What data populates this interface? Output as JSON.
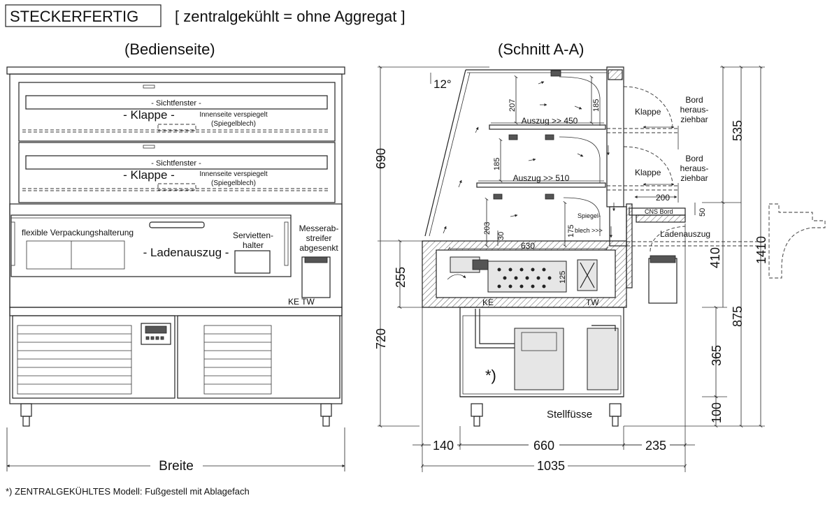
{
  "header": {
    "badge": "STECKERFERTIG",
    "subtitle": "[ zentralgekühlt = ohne Aggregat ]"
  },
  "views": {
    "front_title": "(Bedienseite)",
    "section_title": "(Schnitt A-A)"
  },
  "front": {
    "sight_window_1": "- Sichtfenster -",
    "flap_1": "- Klappe -",
    "mirror_1a": "Innenseite verspiegelt",
    "mirror_1b": "(Spiegelblech)",
    "sight_window_2": "- Sichtfenster -",
    "flap_2": "- Klappe -",
    "mirror_2a": "Innenseite verspiegelt",
    "mirror_2b": "(Spiegelblech)",
    "pack_holder": "flexible Verpackungshalterung",
    "drawer": "- Ladenauszug -",
    "napkin_a": "Servietten-",
    "napkin_b": "halter",
    "knife_a": "Messerab-",
    "knife_b": "streifer",
    "knife_c": "abgesenkt",
    "ke_tw": "KE TW",
    "width_label": "Breite"
  },
  "section": {
    "angle": "12°",
    "shelf_1": "Auszug >> 450",
    "shelf_2": "Auszug >> 510",
    "d207": "207",
    "d185a": "185",
    "d185b": "185",
    "d203": "203",
    "d30": "30",
    "d175": "175",
    "d630": "630",
    "d125": "125",
    "d200": "200",
    "d50": "50",
    "mirror_a": "Spiegel-",
    "mirror_b": "blech >>>",
    "flap_a": "Klappe",
    "flap_b": "Klappe",
    "bord_a1": "Bord",
    "bord_a2": "heraus-",
    "bord_a3": "ziehbar",
    "bord_b1": "Bord",
    "bord_b2": "heraus-",
    "bord_b3": "ziehbar",
    "cns": "CNS Bord",
    "drawer": "Ladenauszug",
    "ke": "KE",
    "tw": "TW",
    "note_mark": "*)",
    "feet": "Stellfüsse",
    "d690": "690",
    "d720": "720",
    "d255": "255",
    "d535": "535",
    "d410": "410",
    "d875": "875",
    "d1410": "1410",
    "d365": "365",
    "d100": "100",
    "d140": "140",
    "d660": "660",
    "d235": "235",
    "d1035": "1035"
  },
  "footnote": "*) ZENTRALGEKÜHLTES Modell: Fußgestell mit Ablagefach"
}
